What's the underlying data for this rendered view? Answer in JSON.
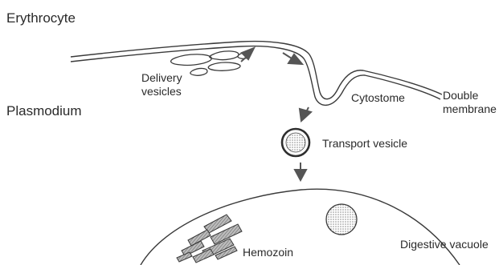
{
  "labels": {
    "erythrocyte": "Erythrocyte",
    "plasmodium": "Plasmodium",
    "delivery_vesicles_line1": "Delivery",
    "delivery_vesicles_line2": "vesicles",
    "cytostome": "Cytostome",
    "double_membrane_line1": "Double",
    "double_membrane_line2": "membrane",
    "transport_vesicle": "Transport vesicle",
    "digestive_vacuole": "Digestive vacuole",
    "hemozoin": "Hemozoin"
  },
  "colors": {
    "line": "#3a3a3a",
    "arrow": "#555555",
    "stipple": "#9a9a9a",
    "background": "#ffffff"
  }
}
